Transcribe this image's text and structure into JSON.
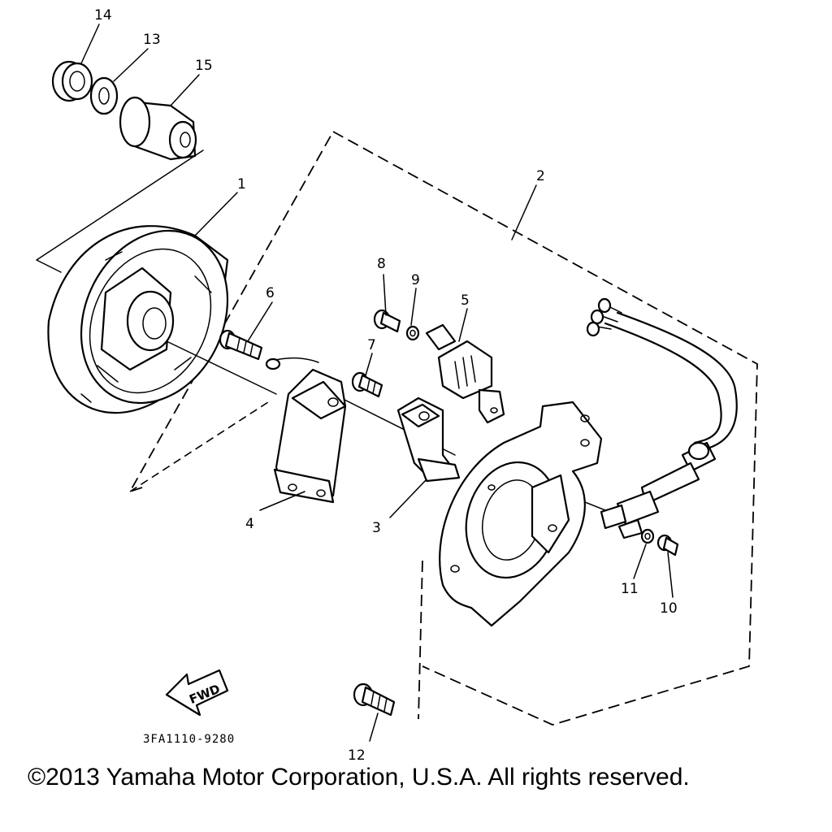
{
  "diagram": {
    "part_labels": {
      "p1": "1",
      "p2": "2",
      "p3": "3",
      "p4": "4",
      "p5": "5",
      "p6": "6",
      "p7": "7",
      "p8": "8",
      "p9": "9",
      "p10": "10",
      "p11": "11",
      "p12": "12",
      "p13": "13",
      "p14": "14",
      "p15": "15"
    },
    "direction_label": "FWD",
    "drawing_code": "3FA1110-9280"
  },
  "footer": {
    "copyright": "©2013 Yamaha Motor Corporation, U.S.A. All rights reserved."
  }
}
